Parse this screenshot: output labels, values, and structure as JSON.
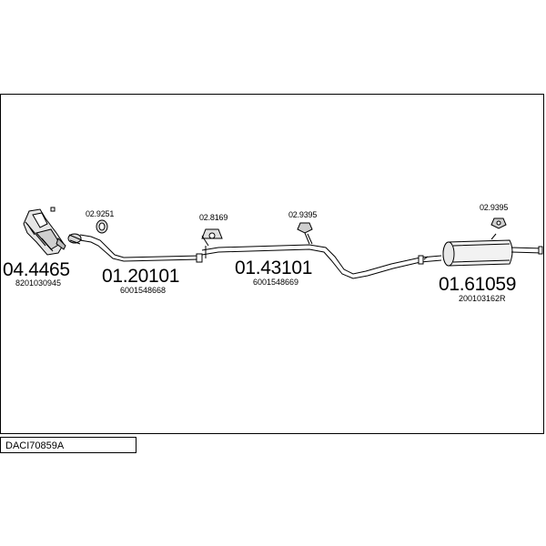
{
  "model_code": "DACI70859A",
  "parts": [
    {
      "code": "04.4465",
      "ref": "8201030945"
    },
    {
      "code": "01.20101",
      "ref": "6001548668"
    },
    {
      "code": "01.43101",
      "ref": "6001548669"
    },
    {
      "code": "01.61059",
      "ref": "200103162R"
    }
  ],
  "clips": [
    "02.9251",
    "02.8169",
    "02.9395",
    "02.9395"
  ],
  "colors": {
    "line": "#000000",
    "background": "#ffffff"
  }
}
